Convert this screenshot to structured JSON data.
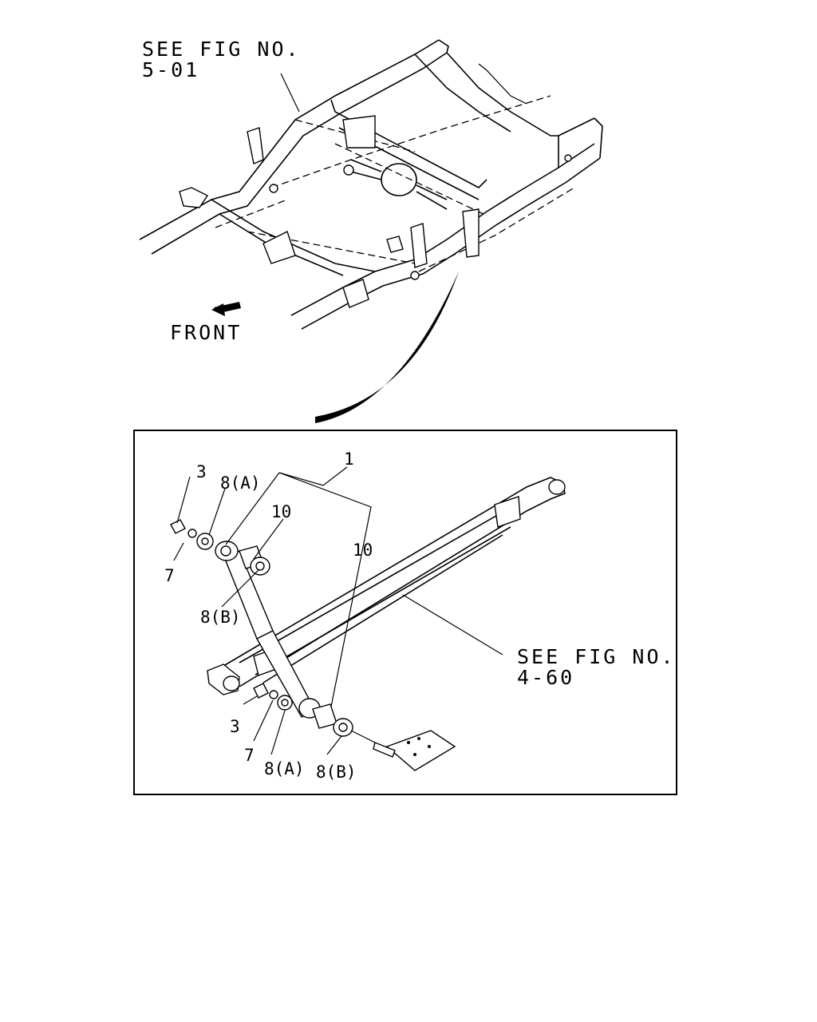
{
  "top_view": {
    "ref_line1": "SEE FIG NO.",
    "ref_line2": "5-01",
    "front_label": "FRONT"
  },
  "detail_view": {
    "callouts": {
      "c1": "1",
      "c3_top": "3",
      "c8a_top": "8(A)",
      "c10_left": "10",
      "c10_right": "10",
      "c7_top": "7",
      "c8b_top": "8(B)",
      "c3_bottom": "3",
      "c7_bottom": "7",
      "c8a_bottom": "8(A)",
      "c8b_bottom": "8(B)"
    },
    "ref_line1": "SEE FIG NO.",
    "ref_line2": "4-60"
  },
  "colors": {
    "ink": "#000000",
    "paper": "#ffffff"
  }
}
